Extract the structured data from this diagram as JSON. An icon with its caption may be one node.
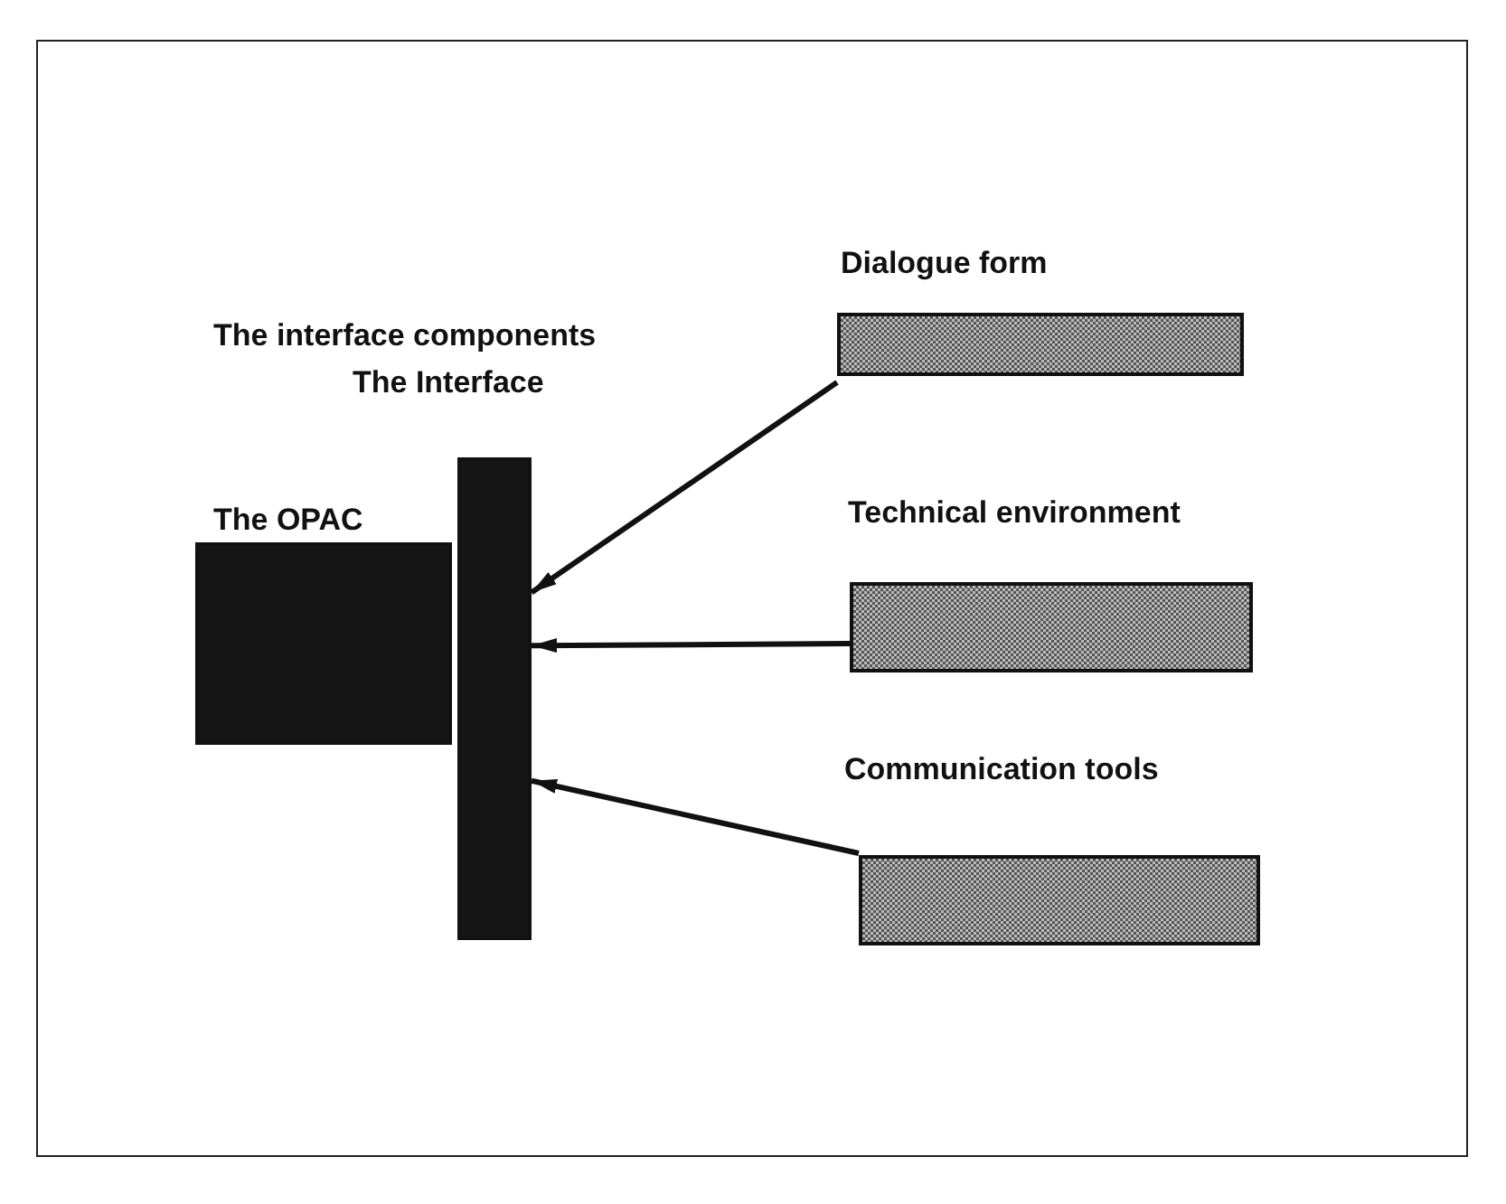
{
  "diagram": {
    "nodes": [
      {
        "text": [
          "The OPAC"
        ]
      },
      {
        "text": [
          "The Interface"
        ]
      },
      {
        "text": [
          "Dialogue form"
        ]
      },
      {
        "text": [
          "Technical environment"
        ]
      },
      {
        "text": [
          "Communication tools"
        ]
      }
    ],
    "edges": [
      {
        "from": 2,
        "to": 1,
        "arrow": "to"
      },
      {
        "from": 3,
        "to": 1,
        "arrow": "to"
      },
      {
        "from": 4,
        "to": 1,
        "arrow": "to"
      }
    ],
    "title": "The interface components"
  }
}
